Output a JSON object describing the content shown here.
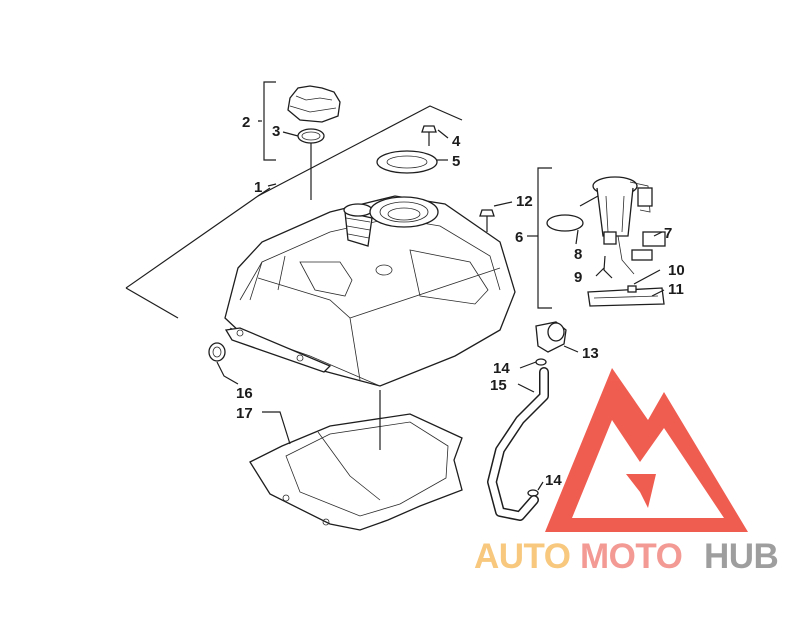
{
  "callouts": {
    "c1": "1",
    "c2": "2",
    "c3": "3",
    "c4": "4",
    "c5": "5",
    "c6": "6",
    "c7": "7",
    "c8": "8",
    "c9": "9",
    "c10": "10",
    "c11": "11",
    "c12": "12",
    "c13": "13",
    "c14a": "14",
    "c14b": "14",
    "c15": "15",
    "c16": "16",
    "c17": "17"
  },
  "watermark": {
    "auto": "AUTO",
    "moto": "MOTO",
    "hub": "HUB",
    "colors": {
      "auto": "#f7c87e",
      "moto": "#f39a95",
      "hub": "#9e9e9e",
      "logo": "#ee4b3e"
    }
  }
}
